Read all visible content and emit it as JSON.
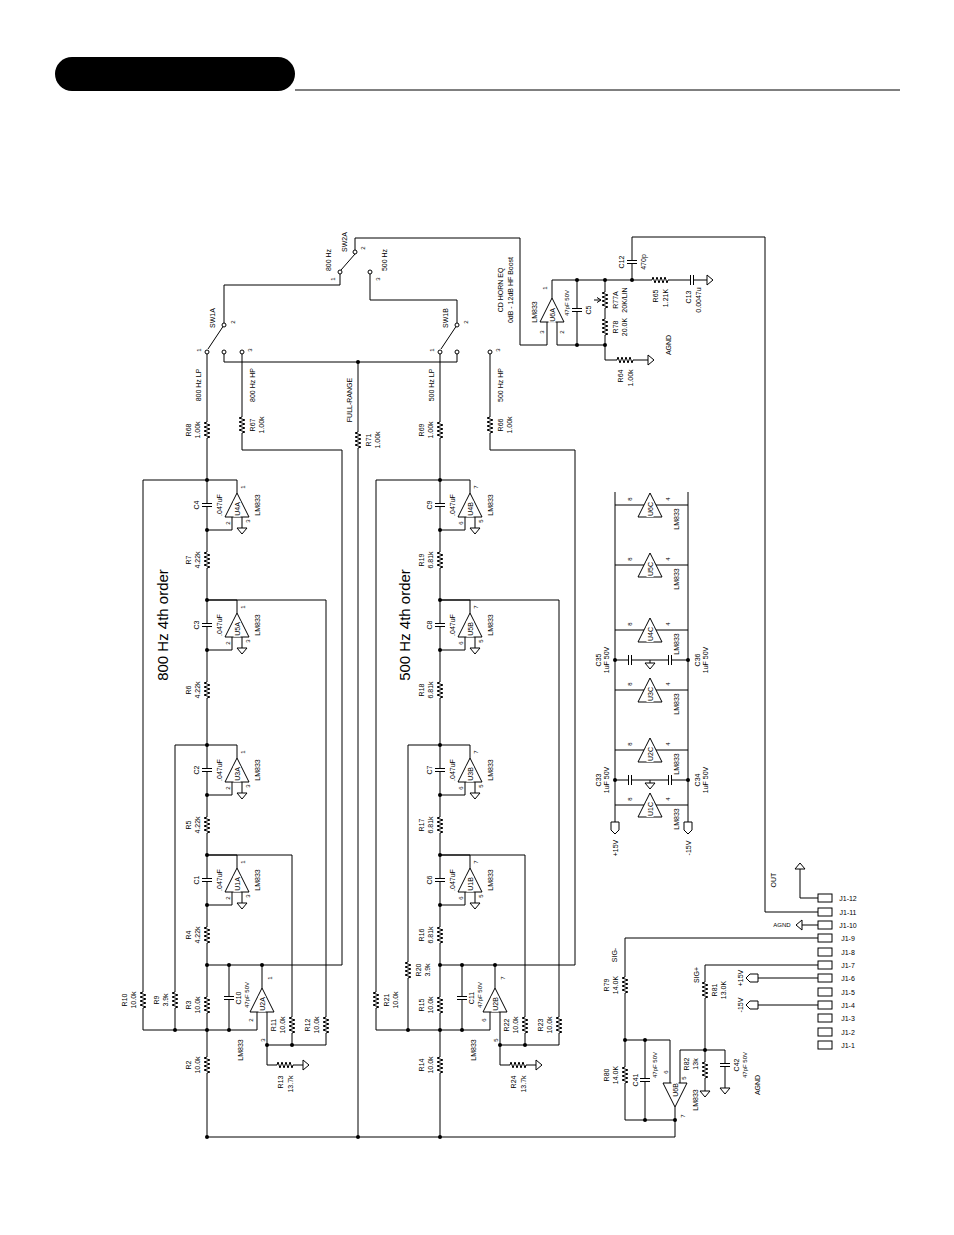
{
  "diagram": {
    "labels": [
      "800 Hz 4th order",
      "500 Hz 4th order",
      "SW1A",
      "1",
      "2",
      "3",
      "800 Hz LP",
      "800 Hz HP",
      "SW2A",
      "2",
      "1",
      "3",
      "800 Hz",
      "500 Hz",
      "FULL-RANGE",
      "SW1B",
      "1",
      "2",
      "3",
      "500 Hz LP",
      "500 Hz HP",
      "R68",
      "1.00k",
      "R67",
      "1.00k",
      "R71",
      "1.00k",
      "R69",
      "1.00k",
      "R66",
      "1.00k",
      "R7",
      "4.22k",
      "R6",
      "4.22k",
      "R5",
      "4.22k",
      "R4",
      "4.22k",
      "R3",
      "10.0k",
      "R2",
      "10.0k",
      "R10",
      "10.0k",
      "R9",
      "3.9k",
      "R11",
      "10.0k",
      "R12",
      "10.0k",
      "R13",
      "13.7k",
      "R19",
      "6.81k",
      "R18",
      "6.81k",
      "R17",
      "6.81k",
      "R16",
      "6.81k",
      "R15",
      "10.0k",
      "R14",
      "10.0k",
      "R21",
      "10.0k",
      "R20",
      "3.9k",
      "R22",
      "10.0k",
      "R23",
      "10.0k",
      "R24",
      "13.7k",
      "C4",
      ".047uF",
      "C3",
      ".047uF",
      "C2",
      ".047uF",
      "C1",
      ".047uF",
      "C9",
      ".047uF",
      "C8",
      ".047uF",
      "C7",
      ".047uF",
      "C6",
      ".047uF",
      "C10",
      "47pF 50V",
      "C11",
      "47pF 50V",
      "U4A",
      "LM833",
      "2",
      "3",
      "1",
      "U5A",
      "LM833",
      "2",
      "3",
      "1",
      "U3A",
      "LM833",
      "2",
      "3",
      "1",
      "U1A",
      "LM833",
      "2",
      "3",
      "1",
      "U4B",
      "LM833",
      "6",
      "5",
      "7",
      "U5B",
      "LM833",
      "6",
      "5",
      "7",
      "U3B",
      "LM833",
      "6",
      "5",
      "7",
      "U1B",
      "LM833",
      "6",
      "5",
      "7",
      "U2A",
      "LM833",
      "2",
      "3",
      "1",
      "U2B",
      "LM833",
      "6",
      "5",
      "7",
      "CD HORN EQ",
      "0dB - 12dB HF Boost",
      "U6A",
      "LM833",
      "3",
      "2",
      "1",
      "C5",
      "47pF 50V",
      "R77A",
      "20K/LIN",
      "R78",
      "20.0K",
      "AGND",
      "R64",
      "1.00k",
      "C12",
      "470p",
      "R65",
      "1.21K",
      "C13",
      "0.0047u",
      "U6C",
      "8",
      "4",
      "LM833",
      "U5C",
      "8",
      "4",
      "LM833",
      "U4C",
      "8",
      "4",
      "LM833",
      "U3C",
      "8",
      "4",
      "LM833",
      "U2C",
      "8",
      "4",
      "LM833",
      "U1C",
      "8",
      "4",
      "LM833",
      "C35",
      "1uF 50V",
      "C36",
      "1uF 50V",
      "C33",
      "1uF 50V",
      "C34",
      "1uF 50V",
      "+15V",
      "-15V",
      "SIG-",
      "R79",
      "14.0K",
      "R80",
      "14.0K",
      "C41",
      "47pF 50V",
      "U6B",
      "LM833",
      "6",
      "5",
      "7",
      "SIG+",
      "R81",
      "13.0K",
      "R82",
      "13k",
      "C42",
      "47pF 50V",
      "AGND",
      "+15V",
      "-15V",
      "OUT",
      "AGND",
      "J1-12",
      "J1-11",
      "J1-10",
      "J1-9",
      "J1-8",
      "J1-7",
      "J1-6",
      "J1-5",
      "J1-4",
      "J1-3",
      "J1-2",
      "J1-1"
    ]
  }
}
